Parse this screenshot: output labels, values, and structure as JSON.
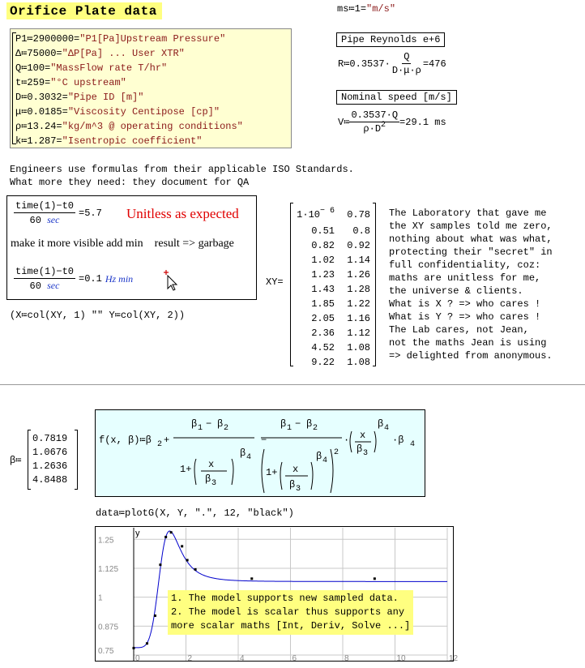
{
  "title": "Orifice Plate data",
  "ms_def": {
    "lhs": "ms≔1=",
    "str": "\"m/s\""
  },
  "inputs": [
    {
      "lhs": "P1≔2900000=",
      "str": "\"P1[Pa]Upstream Pressure\""
    },
    {
      "lhs": "Δ≔75000=",
      "str": "\"ΔP[Pa] ... User XTR\""
    },
    {
      "lhs": "Q≔100=",
      "str": "\"MassFlow rate T/hr\""
    },
    {
      "lhs": "t≔259=",
      "str": "\"°C upstream\""
    },
    {
      "lhs": "D≔0.3032=",
      "str": "\"Pipe ID [m]\""
    },
    {
      "lhs": "μ≔0.0185=",
      "str": "\"Viscosity Centipose [cp]\""
    },
    {
      "lhs": "ρ≔13.24=",
      "str": "\"kg/m^3 @ operating conditions\""
    },
    {
      "lhs": "k≔1.287=",
      "str": "\"Isentropic coefficient\""
    }
  ],
  "reynolds": {
    "label": "Pipe Reynolds e+6",
    "lhs": "R≔0.3537·",
    "num": "Q",
    "den": "D·μ·ρ",
    "result": "=476"
  },
  "nominal": {
    "label": "Nominal speed [m/s]",
    "lhs": "V≔",
    "num": "0.3537·Q",
    "den_base": "ρ·D",
    "den_exp": "2",
    "result": "=29.1 ms"
  },
  "engineers_note": [
    "Engineers use formulas from their applicable ISO Standards.",
    "What more they need: they document for QA"
  ],
  "unitless": {
    "num": "time(1)−t0",
    "den_num": "60",
    "den_unit": "sec",
    "result1": "=5.7",
    "red_text": "Unitless as expected",
    "middle_text": "make it more visible add min    result => garbage",
    "result2": "=0.1",
    "result2_units": "Hz min"
  },
  "col_def": "(X≔col(XY, 1) \"\" Y≔col(XY, 2))",
  "xy_label": "XY=",
  "xy_matrix": [
    [
      "1·10",
      "0.78"
    ],
    [
      "0.51",
      "0.8"
    ],
    [
      "0.82",
      "0.92"
    ],
    [
      "1.02",
      "1.14"
    ],
    [
      "1.23",
      "1.26"
    ],
    [
      "1.43",
      "1.28"
    ],
    [
      "1.85",
      "1.22"
    ],
    [
      "2.05",
      "1.16"
    ],
    [
      "2.36",
      "1.12"
    ],
    [
      "4.52",
      "1.08"
    ],
    [
      "9.22",
      "1.08"
    ]
  ],
  "xy_first_exp": "− 6",
  "lab_text": [
    "The Laboratory that gave me",
    "the XY samples told me zero,",
    "nothing about what was what,",
    "protecting their \"secret\" in",
    "full confidentiality, coz:",
    "maths are unitless for me,",
    "the universe & clients.",
    "What is X ? => who cares !",
    "What is Y ? => who cares !",
    "The Lab cares, not Jean,",
    "not the maths Jean is using",
    "=> delighted from anonymous."
  ],
  "beta_label": "β≔",
  "beta_values": [
    "0.7819",
    "1.0676",
    "1.2636",
    "4.8488"
  ],
  "formula_lhs": "f(x, β)≔β",
  "plot_cmd": "data≔plotG(X, Y, \".\", 12, \"black\")",
  "plot": {
    "y_axis_label": "y",
    "y_ticks": [
      "1.25",
      "1.125",
      "1",
      "0.875",
      "0.75"
    ],
    "x_ticks": [
      "0",
      "2",
      "4",
      "6",
      "8",
      "10",
      "12"
    ],
    "notes": [
      "1. The model supports new sampled data.",
      "2. The model is scalar thus supports any",
      "more scalar maths [Int, Deriv, Solve ...]"
    ]
  },
  "chart_data": {
    "type": "scatter",
    "xlim": [
      0,
      12
    ],
    "ylim": [
      0.75,
      1.3
    ],
    "y_ticks": [
      0.75,
      0.875,
      1,
      1.125,
      1.25
    ],
    "x_ticks": [
      0,
      2,
      4,
      6,
      8,
      10,
      12
    ],
    "grid": true,
    "points": [
      [
        1e-06,
        0.78
      ],
      [
        0.51,
        0.8
      ],
      [
        0.82,
        0.92
      ],
      [
        1.02,
        1.14
      ],
      [
        1.23,
        1.26
      ],
      [
        1.43,
        1.28
      ],
      [
        1.85,
        1.22
      ],
      [
        2.05,
        1.16
      ],
      [
        2.36,
        1.12
      ],
      [
        4.52,
        1.08
      ],
      [
        9.22,
        1.08
      ]
    ],
    "model": {
      "beta1": 0.7819,
      "beta2": 1.0676,
      "beta3": 1.2636,
      "beta4": 4.8488
    }
  }
}
